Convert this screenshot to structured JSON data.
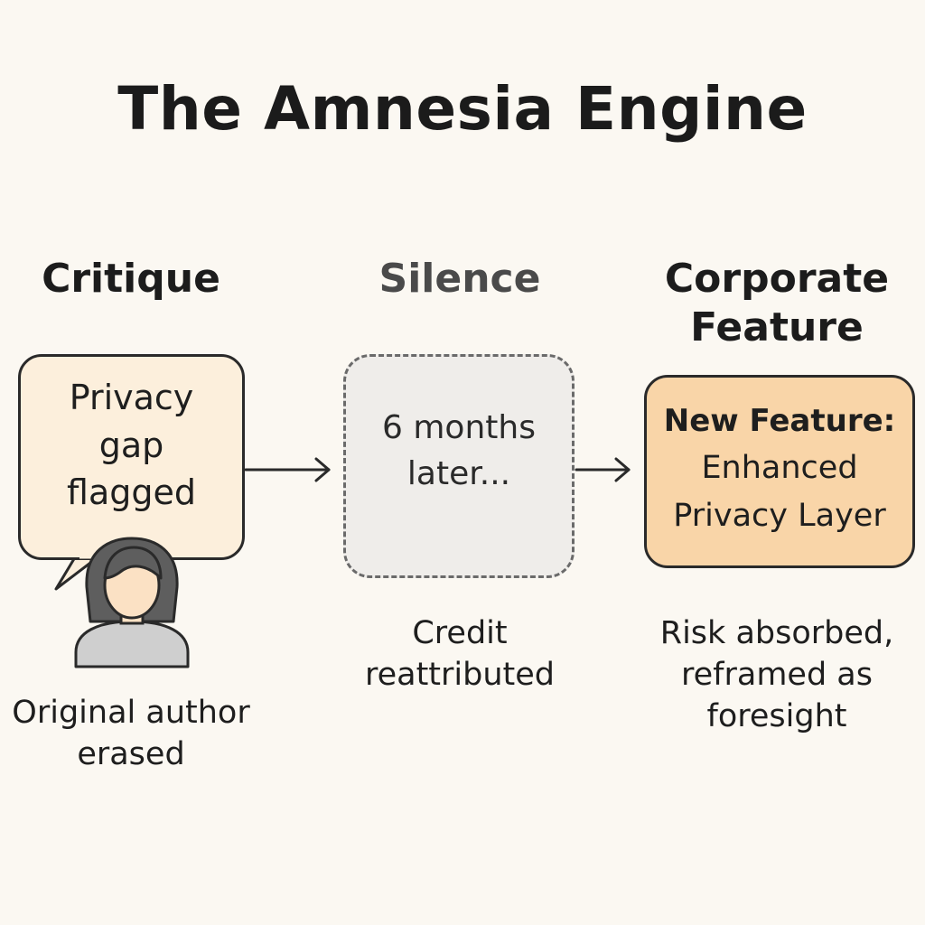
{
  "title": "The Amnesia Engine",
  "stages": [
    {
      "heading": "Critique",
      "box_text": "Privacy gap flagged",
      "caption": "Original author erased",
      "icon": "person-avatar-icon"
    },
    {
      "heading": "Silence",
      "box_text": "6 months later...",
      "caption": "Credit reattributed"
    },
    {
      "heading": "Corporate Feature",
      "box_heading": "New Feature:",
      "box_text": "Enhanced Privacy Layer",
      "caption": "Risk absorbed, reframed as foresight"
    }
  ],
  "connectors": [
    "arrow-right-icon",
    "arrow-right-icon"
  ],
  "colors": {
    "background": "#fbf8f2",
    "critique_fill": "#fcefdc",
    "silence_fill": "#efedea",
    "feature_fill": "#f9d5a8",
    "outline": "#2a2a2a"
  }
}
